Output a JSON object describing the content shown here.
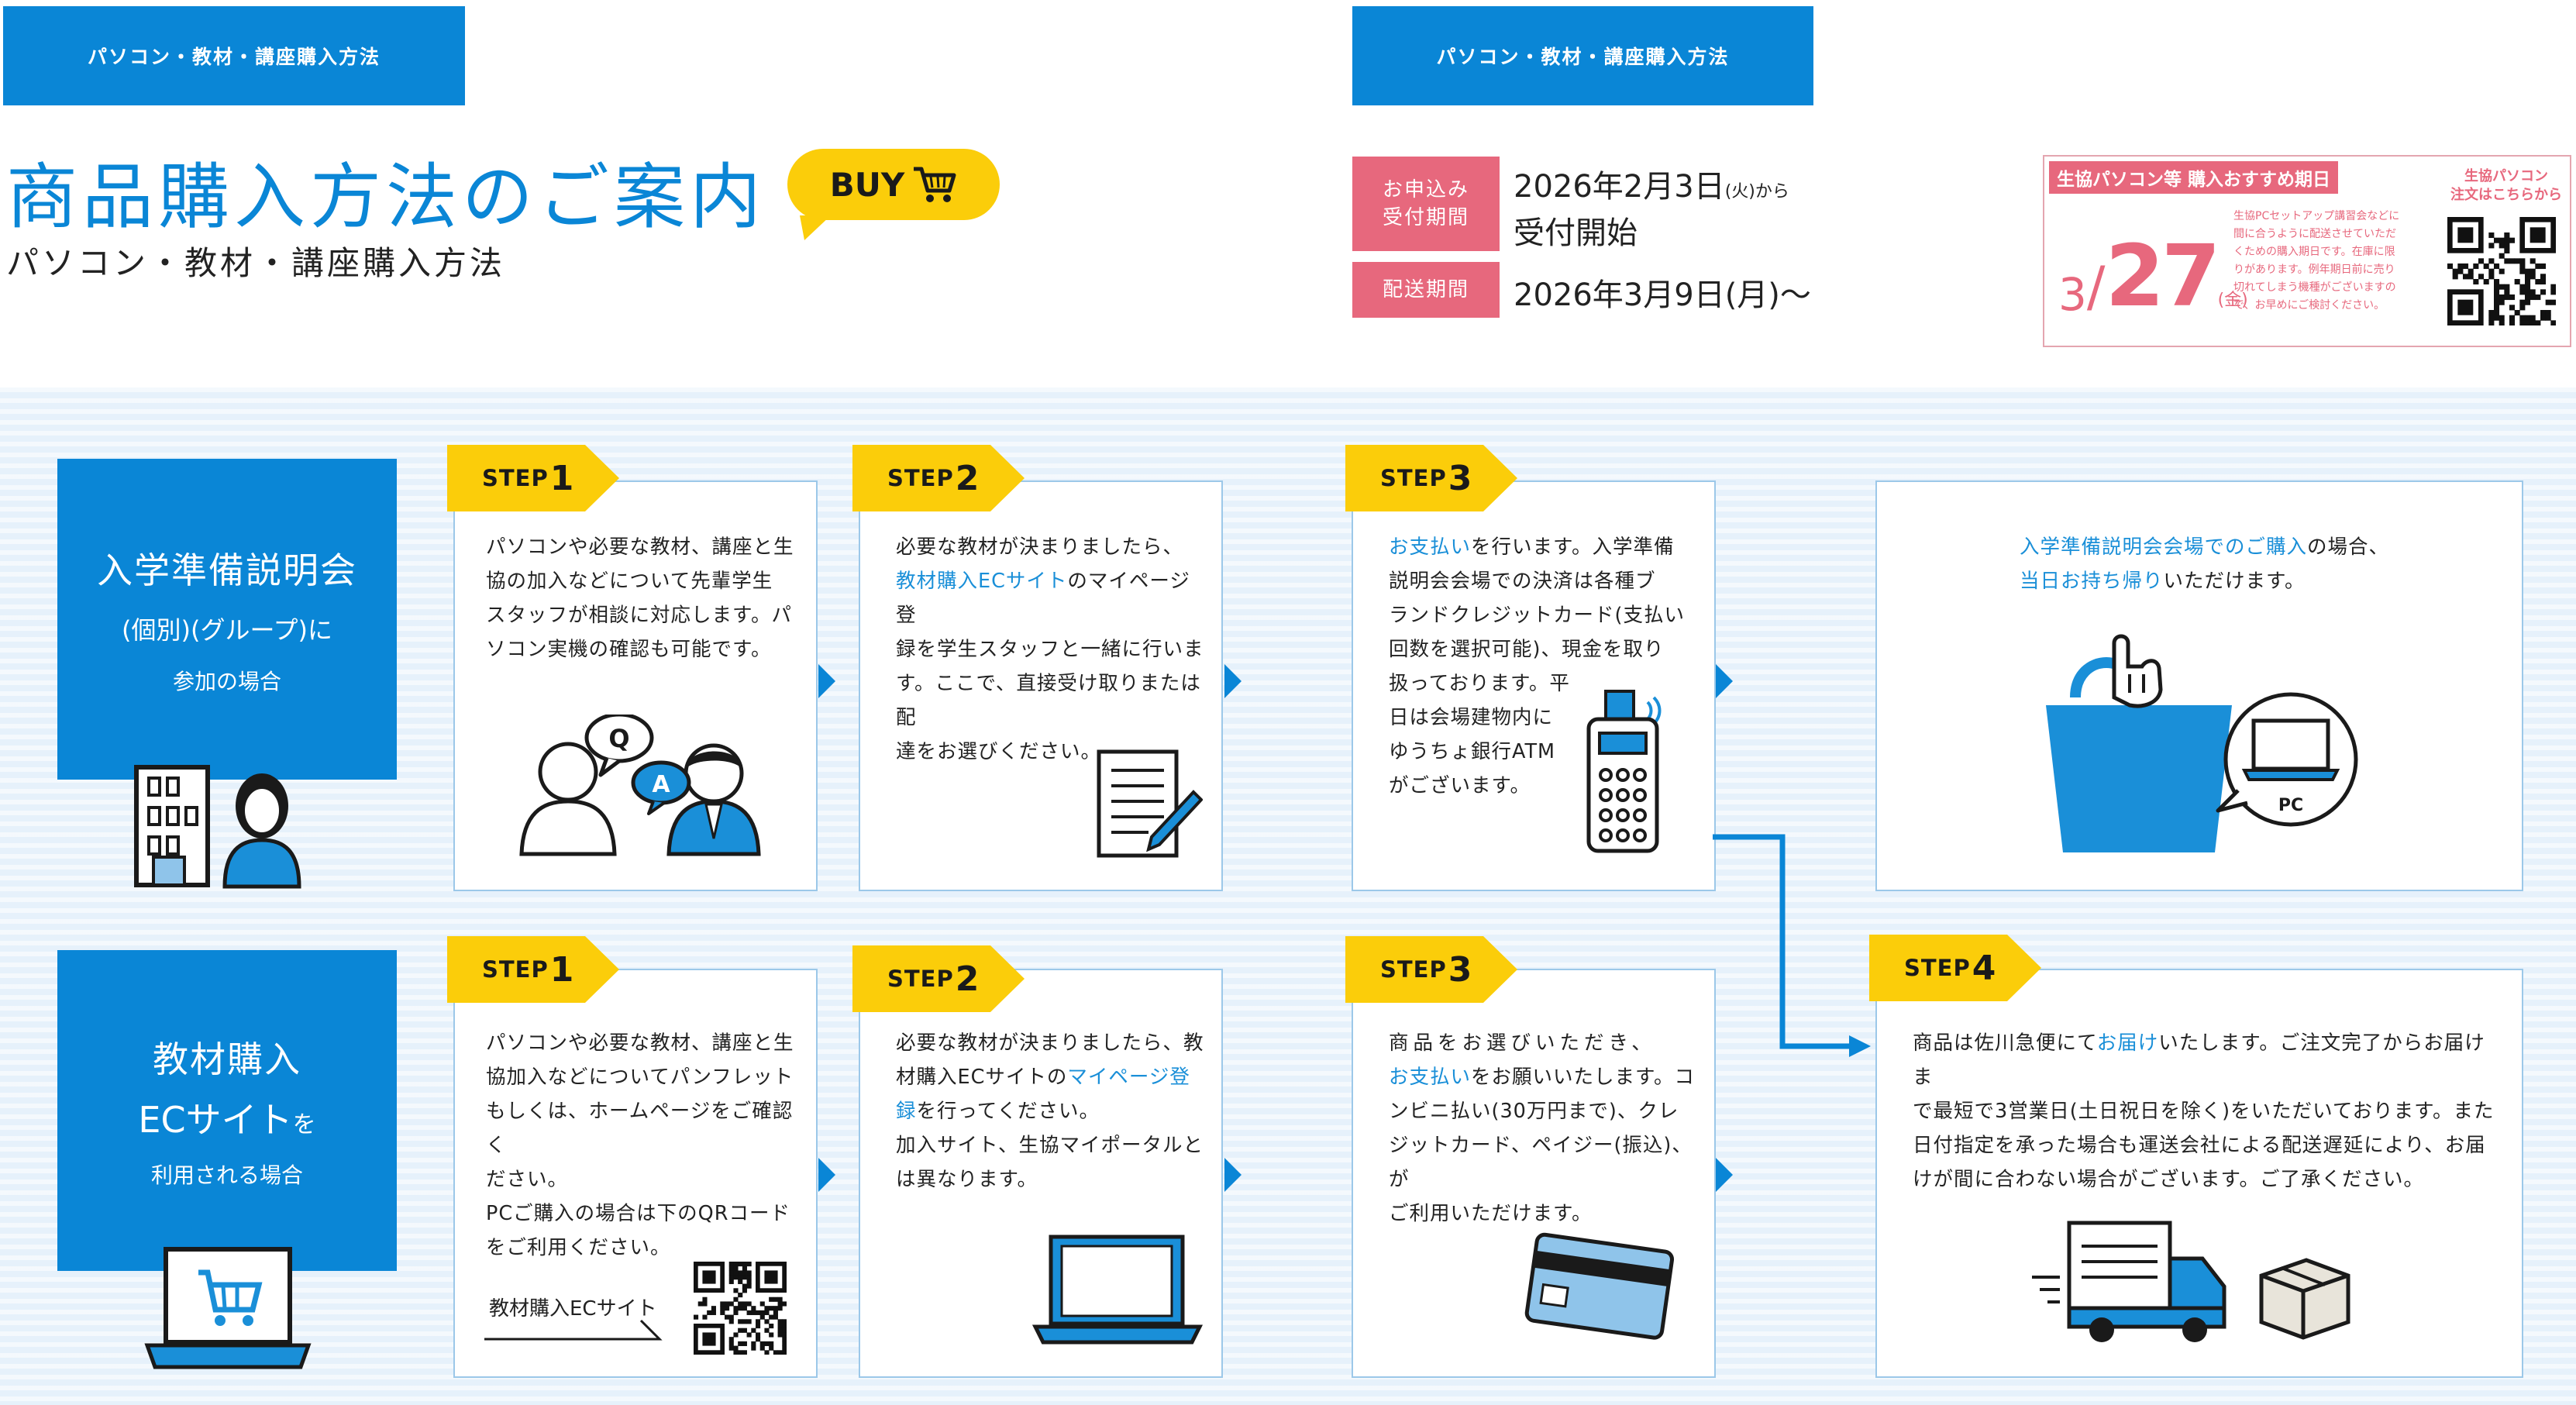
{
  "header": {
    "tag_left": "パソコン・教材・講座購入方法",
    "tag_right": "パソコン・教材・講座購入方法",
    "title": "商品購入方法のご案内",
    "subtitle": "パソコン・教材・講座購入方法",
    "buy_label": "BUY"
  },
  "application": {
    "label_line1": "お申込み",
    "label_line2": "受付期間",
    "date": "2026年2月3日",
    "weekday": "(火)から",
    "line2": "受付開始"
  },
  "delivery": {
    "label": "配送期間",
    "date": "2026年3月9日(月)～"
  },
  "recommend": {
    "header": "生協パソコン等 購入おすすめ期日",
    "month": "3",
    "day": "27",
    "weekday": "(金)",
    "note": [
      "生協PCセットアップ講習会などに",
      "間に合うように配送させていただ",
      "くための購入期日です。在庫に限",
      "りがあります。例年期日前に売り",
      "切れてしまう機種がございますの",
      "で、お早めにご検討ください。"
    ],
    "qr_caption_line1": "生協パソコン",
    "qr_caption_line2": "注文はこちらから"
  },
  "row1": {
    "lead_line1": "入学準備説明会",
    "lead_line2": "(個別)(グループ)に",
    "lead_line3": "参加の場合",
    "step1": {
      "label": "STEP",
      "num": "1",
      "lines": [
        "パソコンや必要な教材、講座と生",
        "協の加入などについて先輩学生",
        "スタッフが相談に対応します。パ",
        "ソコン実機の確認も可能です。"
      ],
      "q": "Q",
      "a": "A"
    },
    "step2": {
      "label": "STEP",
      "num": "2",
      "l1": "必要な教材が決まりましたら、",
      "l2_hl": "教材購入ECサイト",
      "l2_rest": "のマイページ登",
      "l3": "録を学生スタッフと一緒に行いま",
      "l4": "す。ここで、直接受け取りまたは配",
      "l5": "達をお選びください。"
    },
    "step3": {
      "label": "STEP",
      "num": "3",
      "l1_hl": "お支払い",
      "l1_rest": "を行います。入学準備",
      "lines": [
        "説明会会場での決済は各種ブ",
        "ランドクレジットカード(支払い",
        "回数を選択可能)、現金を取り",
        "扱っております。平",
        "日は会場建物内に",
        "ゆうちょ銀行ATM",
        "がございます。"
      ]
    },
    "final": {
      "hl1": "入学準備説明会会場でのご購入",
      "rest1": "の場合、",
      "hl2": "当日お持ち帰り",
      "rest2": "いただけます。",
      "pc": "PC"
    }
  },
  "row2": {
    "lead_line1": "教材購入",
    "lead_line2": "ECサイト",
    "lead_line2_suffix": "を",
    "lead_line3": "利用される場合",
    "step1": {
      "label": "STEP",
      "num": "1",
      "lines": [
        "パソコンや必要な教材、講座と生",
        "協加入などについてパンフレット",
        "もしくは、ホームページをご確認く",
        "ださい。",
        "PCご購入の場合は下のQRコード",
        "をご利用ください。"
      ],
      "qr_label": "教材購入ECサイト"
    },
    "step2": {
      "label": "STEP",
      "num": "2",
      "l1": "必要な教材が決まりましたら、教",
      "l2_pre": "材購入ECサイトの",
      "l2_hl": "マイページ登",
      "l3_hl": "録",
      "l3_rest": "を行ってください。",
      "l4": "加入サイト、生協マイポータルと",
      "l5": "は異なります。"
    },
    "step3": {
      "label": "STEP",
      "num": "3",
      "l1": "商品をお選びいただき、",
      "l2_hl": "お支払い",
      "l2_rest": "をお願いいたします。コ",
      "l3": "ンビニ払い(30万円まで)、クレ",
      "l4": "ジットカード、ペイジー(振込)、が",
      "l5": "ご利用いただけます。"
    },
    "step4": {
      "label": "STEP",
      "num": "4",
      "l1_pre": "商品は佐川急便にて",
      "l1_hl": "お届け",
      "l1_rest": "いたします。ご注文完了からお届けま",
      "l2": "で最短で3営業日(土日祝日を除く)をいただいております。また",
      "l3": "日付指定を承った場合も運送会社による配送遅延により、お届",
      "l4": "けが間に合わない場合がございます。ご了承ください。"
    }
  },
  "colors": {
    "primary": "#0a86d6",
    "accent_yellow": "#fbcd0a",
    "pink": "#e7687d",
    "band": "#e6f1fb"
  }
}
